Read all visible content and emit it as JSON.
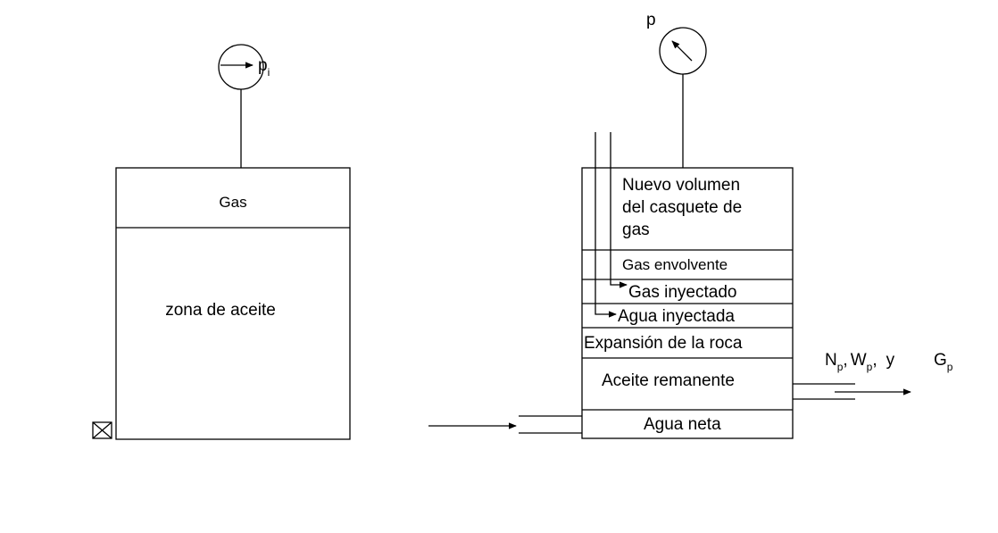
{
  "initial_state": {
    "gauge_label": "p",
    "gauge_label_sub": "i",
    "gas_label": "Gas",
    "oil_zone_label": "zona de aceite"
  },
  "current_state": {
    "gauge_label": "p",
    "layers": [
      {
        "lines": [
          "Nuevo volumen",
          "del casquete de",
          "gas"
        ]
      },
      {
        "lines": [
          "Gas envolvente"
        ]
      },
      {
        "lines": [
          "Gas inyectado"
        ]
      },
      {
        "lines": [
          "Agua inyectada"
        ]
      },
      {
        "lines": [
          "Expansión de la roca"
        ]
      },
      {
        "lines": [
          "Aceite remanente"
        ]
      },
      {
        "lines": [
          "Agua neta"
        ]
      }
    ],
    "production": {
      "np": "N",
      "np_sub": "p",
      "sep1": ",",
      "wp": "W",
      "wp_sub": "p",
      "sep2": ",",
      "conj": "y",
      "gp": "G",
      "gp_sub": "p"
    }
  }
}
